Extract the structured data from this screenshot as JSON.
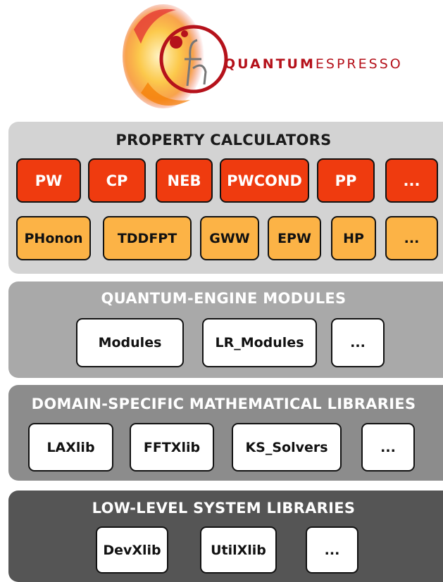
{
  "logo": {
    "word_quantum": "QUANTUM",
    "word_espresso": "ESPRESSO",
    "colors": {
      "swirl": "#f5a623",
      "ring": "#b5121b"
    }
  },
  "layers": {
    "property_calculators": {
      "title": "PROPERTY CALCULATORS",
      "row1": [
        "PW",
        "CP",
        "NEB",
        "PWCOND",
        "PP",
        "..."
      ],
      "row2": [
        "PHonon",
        "TDDFPT",
        "GWW",
        "EPW",
        "HP",
        "..."
      ]
    },
    "quantum_engine": {
      "title": "QUANTUM-ENGINE MODULES",
      "items": [
        "Modules",
        "LR_Modules",
        "..."
      ]
    },
    "math_libraries": {
      "title": "DOMAIN-SPECIFIC MATHEMATICAL LIBRARIES",
      "items": [
        "LAXlib",
        "FFTXlib",
        "KS_Solvers",
        "..."
      ]
    },
    "system_libraries": {
      "title": "LOW-LEVEL SYSTEM LIBRARIES",
      "items": [
        "DevXlib",
        "UtilXlib",
        "..."
      ]
    }
  },
  "colors": {
    "red_box": "#ef3b0f",
    "orange_box": "#fcb346",
    "layer1": "#d3d3d3",
    "layer2": "#a9a9a9",
    "layer3": "#8c8c8c",
    "layer4": "#555555"
  }
}
